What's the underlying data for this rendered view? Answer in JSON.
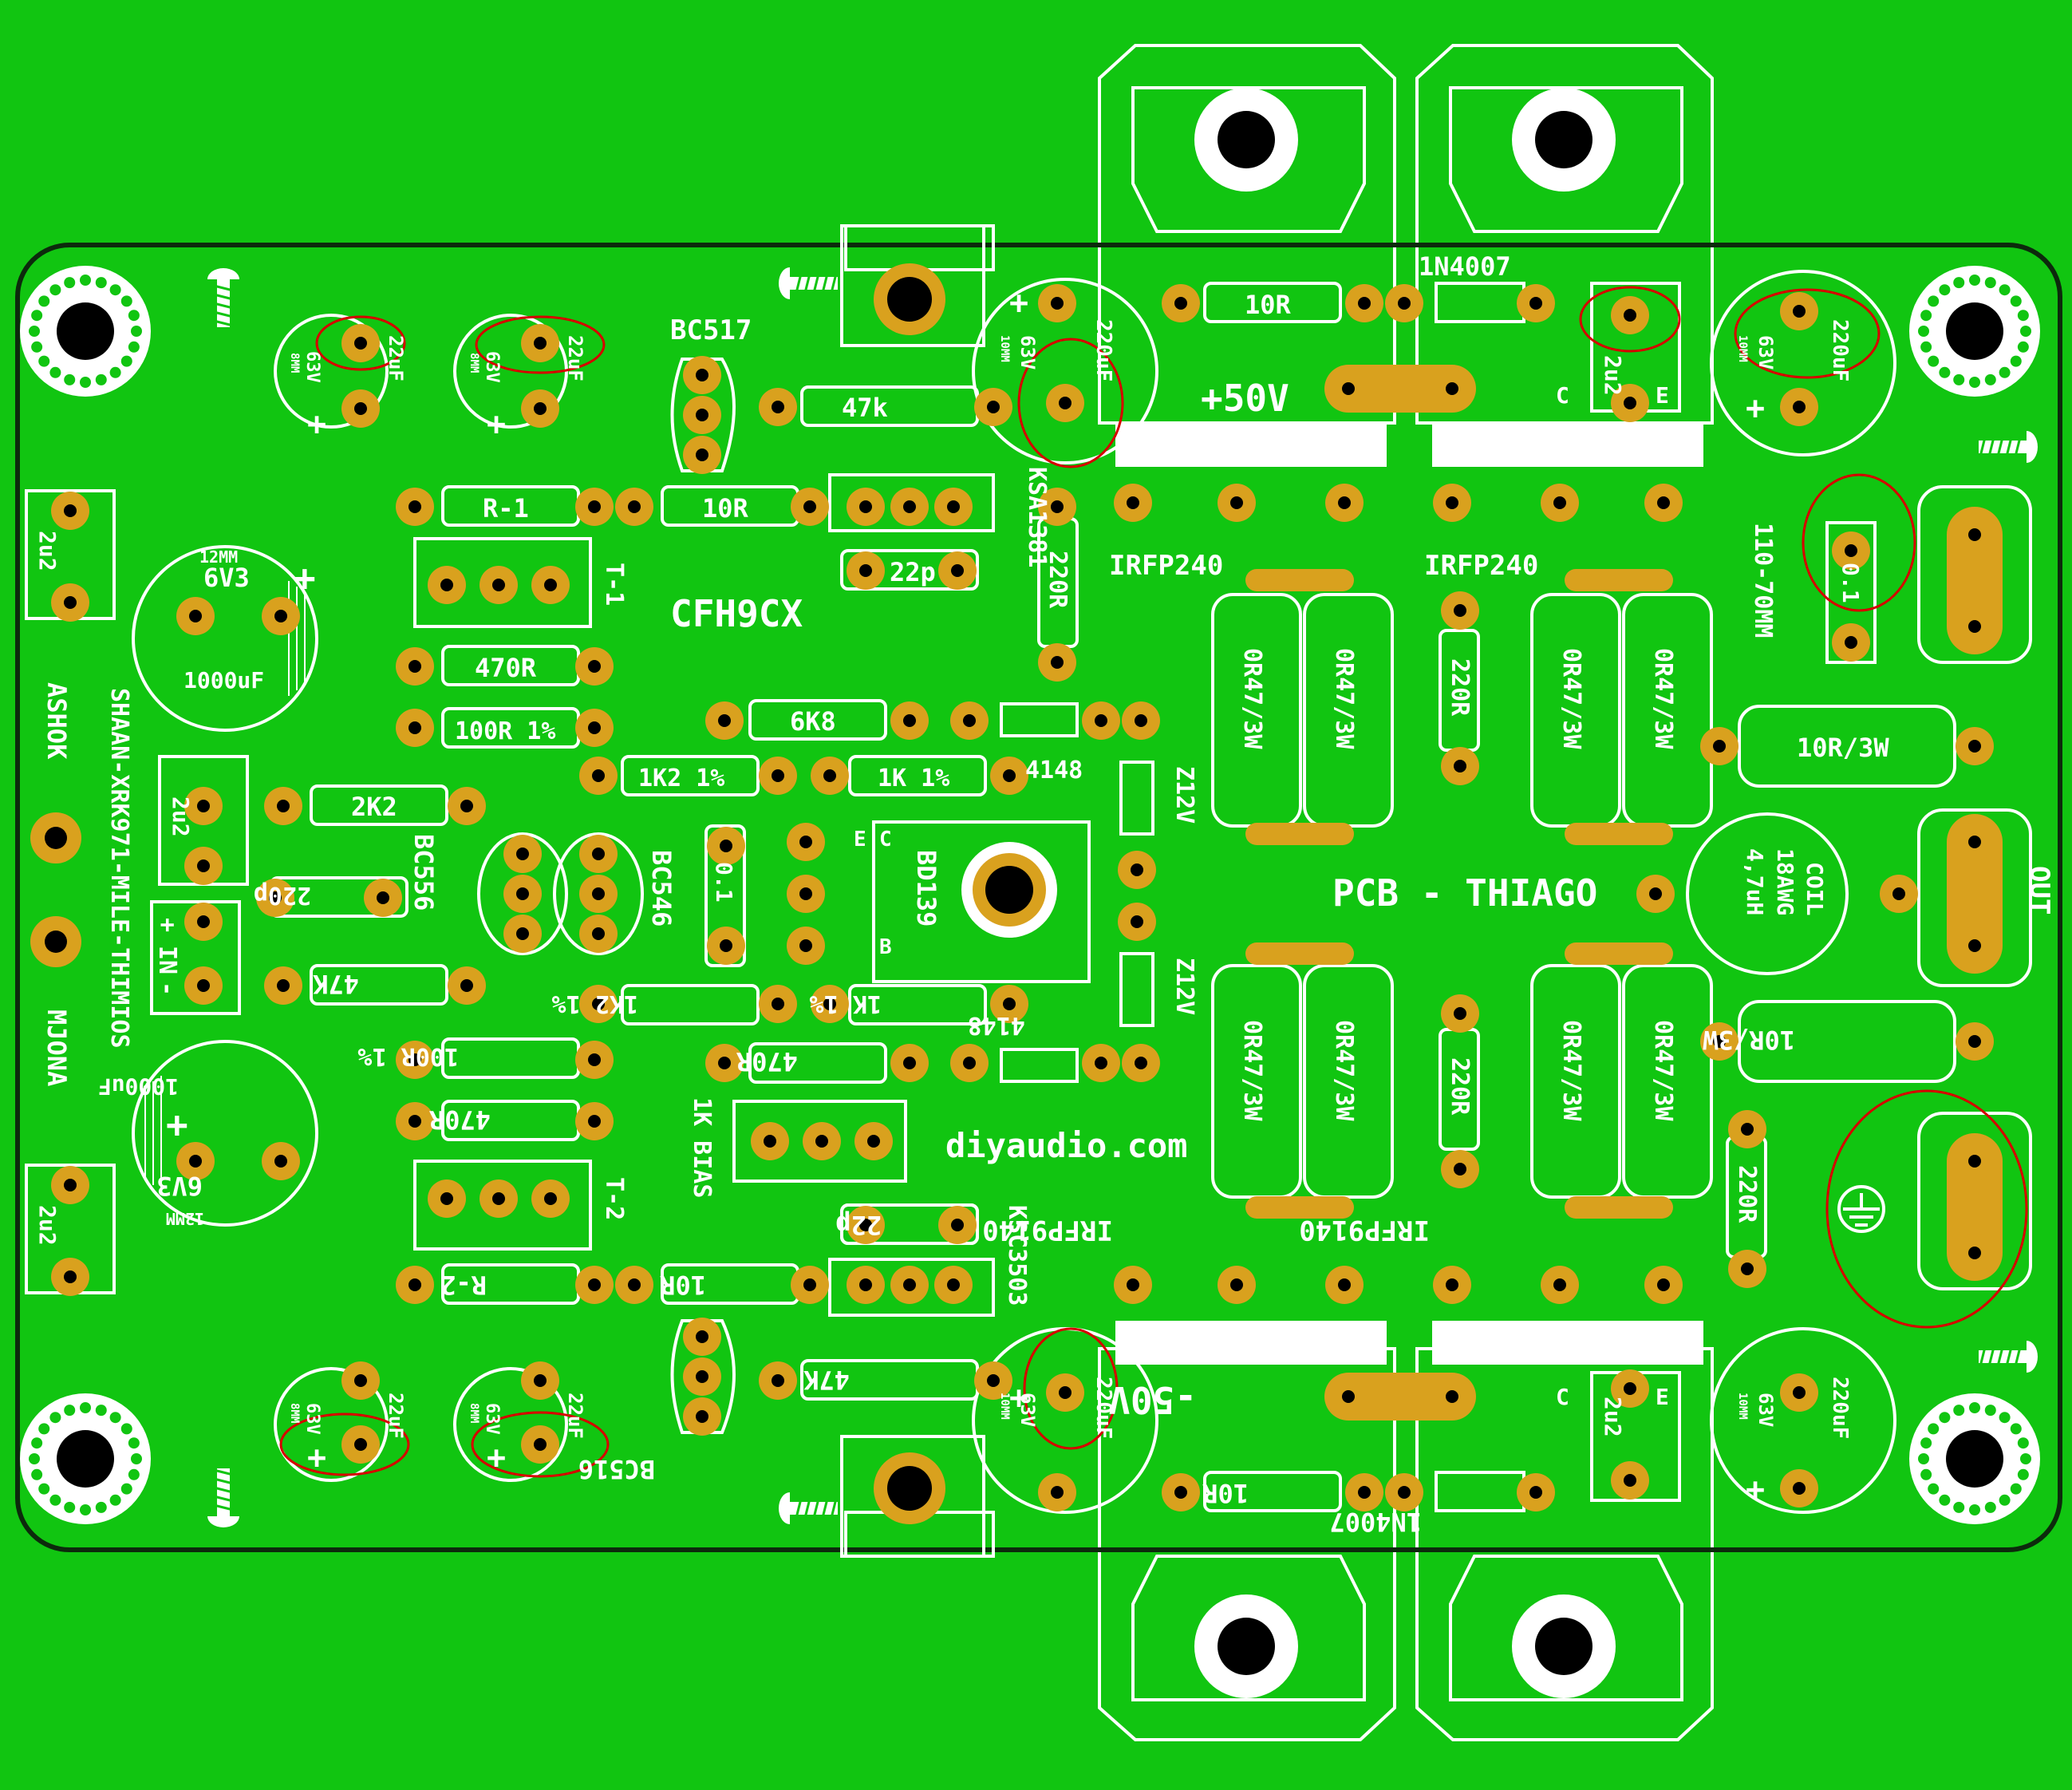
{
  "labels": {
    "bc517": "BC517",
    "bc556": "BC556",
    "bc546": "BC546",
    "bc516": "BC516",
    "bd139": "BD139",
    "ksa1381": "KSA1381",
    "ksc3503": "KSC3503",
    "irfp240_l": "IRFP240",
    "irfp240_r": "IRFP240",
    "irfp9140_l": "IRFP9140",
    "irfp9140_r": "IRFP9140",
    "cfh9cx": "CFH9CX",
    "pcb_thiago": "PCB - THIAGO",
    "diyaudio": "diyaudio.com",
    "bias": "1K BIAS",
    "plus50v": "+50V",
    "minus50v": "-50V",
    "out": "OUT",
    "ashok": "ASHOK",
    "mjona": "MJONA",
    "credit": "SHAAN-XRK971-MILE-THIMIOS",
    "r_r1": "R-1",
    "r_r2": "R-2",
    "t1": "T-1",
    "t2": "T-2",
    "r_10r_top": "10R",
    "r_10r_bot": "10R",
    "r_10r_topright": "10R",
    "r_10r_botright": "10R",
    "r_47k_top": "47k",
    "r_47k_bot": "47K",
    "r_47k_left": "47K",
    "c_22p_top": "22p",
    "c_22p_bot": "22p",
    "r_470r_top": "470R",
    "r_470r_bot": "470R",
    "r_470r_mid": "470R",
    "r_100r_top": "100R 1%",
    "r_100r_bot": "100R 1%",
    "r_2k2": "2K2",
    "c_220p": "220p",
    "r_6k8": "6K8",
    "r_1k2_top": "1K2 1%",
    "r_1k2_bot": "1K2 1%",
    "r_1k_top": "1K 1%",
    "r_1k_bot": "1K 1%",
    "c_01_mid": "0.1",
    "c_01_right": "0.1",
    "c_2u2_l_top": "2u2",
    "c_2u2_l_bot": "2u2",
    "c_2u2_mid": "2u2",
    "c_2u2_r_top": "2u2",
    "c_2u2_r_bot": "2u2",
    "d_4148_top": "4148",
    "d_4148_bot": "4148",
    "z12v_top": "Z12V",
    "z12v_bot": "Z12V",
    "d_1n4007_top": "1N4007",
    "d_1n4007_bot": "1N4007",
    "r_220r_a": "220R",
    "r_220r_b": "220R",
    "r_220r_c": "220R",
    "r_220r_d": "220R",
    "r_0r47": "0R47/3W",
    "r_10r3w_top": "10R/3W",
    "r_10r3w_bot": "10R/3W",
    "coil_1": "COIL",
    "coil_2": "18AWG",
    "coil_3": "4,7uH",
    "cap_1000_val": "1000uF",
    "cap_1000_v": "6V3",
    "cap_1000_size": "12MM",
    "cap_22_val": "22uF",
    "cap_22_v": "63V",
    "cap_22_size": "8MM",
    "cap_220_val": "220uF",
    "cap_220_v": "63V",
    "cap_220_size": "10MM",
    "size_110": "110-70MM",
    "c_letter": "C",
    "e_letter": "E",
    "b_letter": "B",
    "in_plus": "+",
    "in_text": "IN",
    "in_minus": "-",
    "plus": "+"
  },
  "colors": {
    "board": "#11c511",
    "silk": "#ffffff",
    "pad": "#d9a11e",
    "outline": "#0c2a0c",
    "annotation": "#d60000"
  }
}
